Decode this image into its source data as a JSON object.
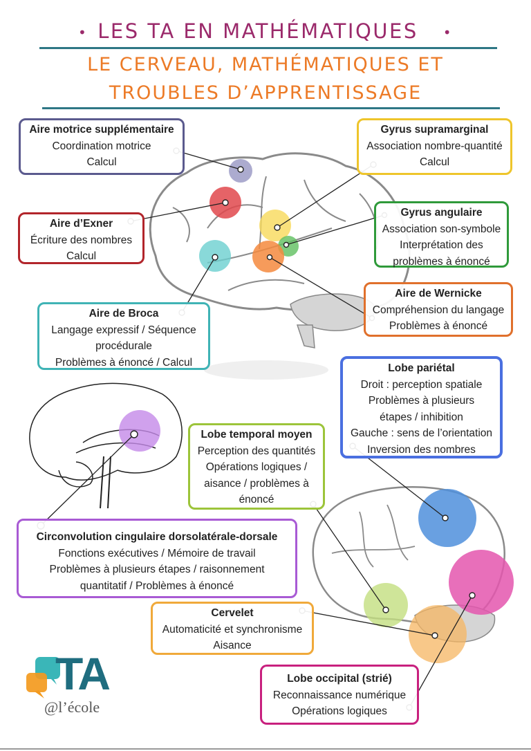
{
  "header": {
    "title": "LES TA EN MATHÉMATIQUES",
    "bullet": "•",
    "subtitle_line1": "LE CERVEAU, MATHÉMATIQUES ET",
    "subtitle_line2": "TROUBLES D’APPRENTISSAGE"
  },
  "colors": {
    "title": "#9b2a6b",
    "subtitle": "#ec7a26",
    "rule": "#2e7785"
  },
  "areas": [
    {
      "id": "aire-motrice",
      "title": "Aire motrice supplémentaire",
      "lines": [
        "Coordination motrice",
        "Calcul"
      ],
      "color": "#5b5a8e",
      "dot_color": "#9d9cc7"
    },
    {
      "id": "aire-exner",
      "title": "Aire d’Exner",
      "lines": [
        "Écriture des nombres",
        "Calcul"
      ],
      "color": "#b2252b",
      "dot_color": "#e0484c"
    },
    {
      "id": "aire-broca",
      "title": "Aire de Broca",
      "lines": [
        "Langage expressif / Séquence",
        "procédurale",
        "Problèmes à énoncé / Calcul"
      ],
      "color": "#3fb3b5",
      "dot_color": "#6ccfd0"
    },
    {
      "id": "gyrus-supramarginal",
      "title": "Gyrus supramarginal",
      "lines": [
        "Association nombre-quantité",
        "Calcul"
      ],
      "color": "#eec52b",
      "dot_color": "#f7d95a"
    },
    {
      "id": "gyrus-angulaire",
      "title": "Gyrus angulaire",
      "lines": [
        "Association son-symbole",
        "Interprétation des",
        "problèmes à énoncé"
      ],
      "color": "#2f9a3a",
      "dot_color": "#5fbf5f"
    },
    {
      "id": "aire-wernicke",
      "title": "Aire de Wernicke",
      "lines": [
        "Compréhension du langage",
        "Problèmes à énoncé"
      ],
      "color": "#e0702c",
      "dot_color": "#f48a3e"
    },
    {
      "id": "lobe-parietal",
      "title": "Lobe pariétal",
      "lines": [
        "Droit : perception spatiale",
        "Problèmes à plusieurs",
        "étapes / inhibition",
        "Gauche : sens de l’orientation",
        "Inversion des nombres"
      ],
      "color": "#4a6fe0",
      "dot_color": "#4f8fdc"
    },
    {
      "id": "lobe-temporal-moyen",
      "title": "Lobe temporal moyen",
      "lines": [
        "Perception des quantités",
        "Opérations logiques /",
        "aisance / problèmes à",
        "énoncé"
      ],
      "color": "#9cc43a",
      "dot_color": "#c3df80"
    },
    {
      "id": "circonvolution",
      "title": "Circonvolution cingulaire dorsolatérale-dorsale",
      "lines": [
        "Fonctions exécutives / Mémoire de travail",
        "Problèmes à  plusieurs étapes / raisonnement",
        "quantitatif / Problèmes à énoncé"
      ],
      "color": "#a85ad4",
      "dot_color": "#c48ae8"
    },
    {
      "id": "cervelet",
      "title": "Cervelet",
      "lines": [
        "Automaticité et synchronisme",
        "Aisance"
      ],
      "color": "#f0a93a",
      "dot_color": "#f5b561"
    },
    {
      "id": "lobe-occipital",
      "title": "Lobe occipital (strié)",
      "lines": [
        "Reconnaissance numérique",
        "Opérations logiques"
      ],
      "color": "#c8207e",
      "dot_color": "#e456ae"
    }
  ],
  "logo": {
    "text": "TA",
    "subtext": "@l’école"
  }
}
